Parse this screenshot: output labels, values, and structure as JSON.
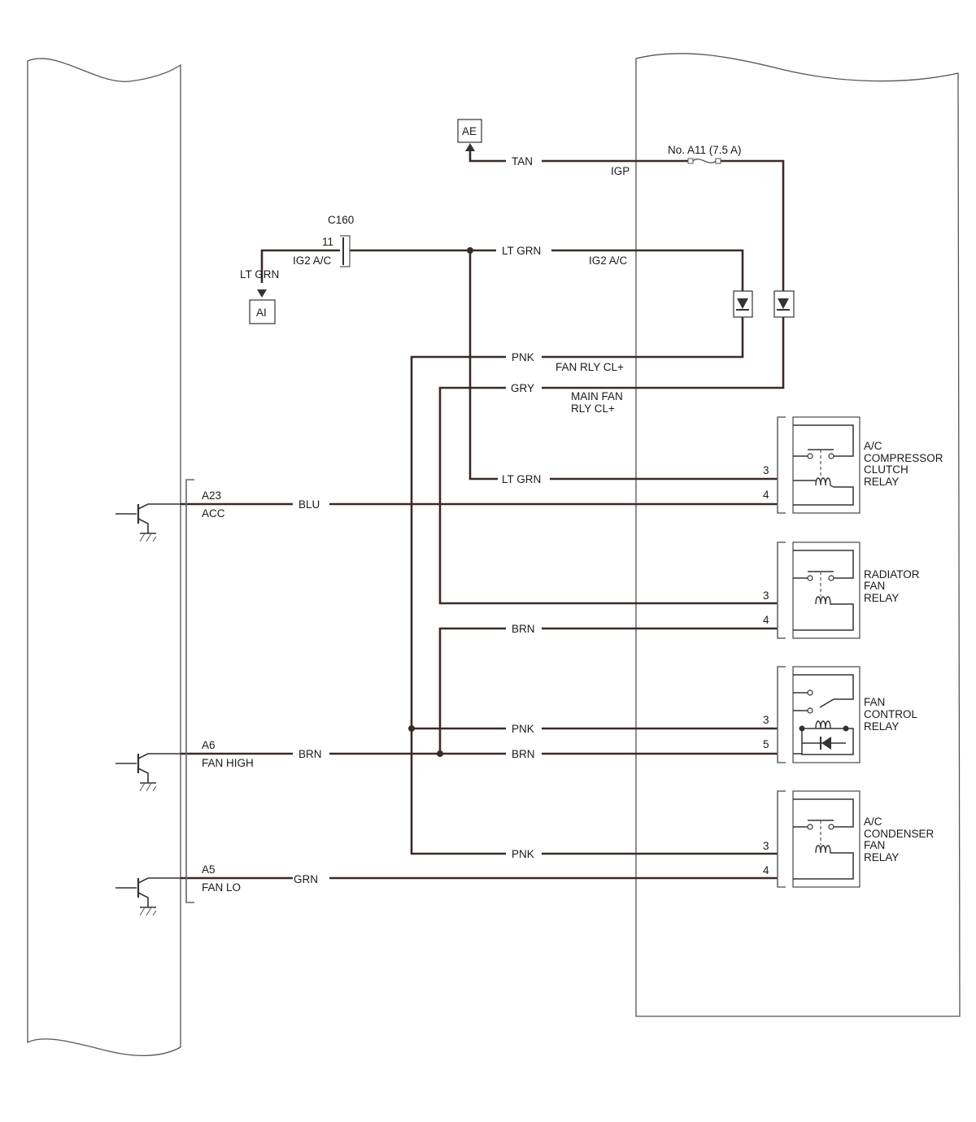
{
  "connectors": {
    "ae": "AE",
    "ai": "AI",
    "c160": "C160",
    "c160_pin": "11"
  },
  "wires": {
    "tan": "TAN",
    "lt_grn_top": "LT GRN",
    "lt_grn_left": "LT GRN",
    "pnk_top": "PNK",
    "gry": "GRY",
    "lt_grn_relay": "LT GRN",
    "blu": "BLU",
    "brn_radiator": "BRN",
    "pnk_fan_control": "PNK",
    "brn_left": "BRN",
    "brn_right": "BRN",
    "pnk_condenser": "PNK",
    "grn": "GRN"
  },
  "signals": {
    "igp": "IGP",
    "fuse": "No. A11 (7.5 A)",
    "ig2_ac_left": "IG2 A/C",
    "ig2_ac_right": "IG2 A/C",
    "fan_rly_cl": "FAN RLY CL+",
    "main_fan_line1": "MAIN FAN",
    "main_fan_line2": "RLY CL+"
  },
  "ecm_pins": [
    {
      "pin": "A23",
      "name": "ACC"
    },
    {
      "pin": "A6",
      "name": "FAN HIGH"
    },
    {
      "pin": "A5",
      "name": "FAN LO"
    }
  ],
  "relays": {
    "ac_compressor": {
      "lines": [
        "A/C",
        "COMPRESSOR",
        "CLUTCH",
        "RELAY"
      ],
      "pin_a": "3",
      "pin_b": "4"
    },
    "radiator_fan": {
      "lines": [
        "RADIATOR",
        "FAN",
        "RELAY"
      ],
      "pin_a": "3",
      "pin_b": "4"
    },
    "fan_control": {
      "lines": [
        "FAN",
        "CONTROL",
        "RELAY"
      ],
      "pin_a": "3",
      "pin_b": "5"
    },
    "ac_condenser": {
      "lines": [
        "A/C",
        "CONDENSER",
        "FAN",
        "RELAY"
      ],
      "pin_a": "3",
      "pin_b": "4"
    }
  }
}
